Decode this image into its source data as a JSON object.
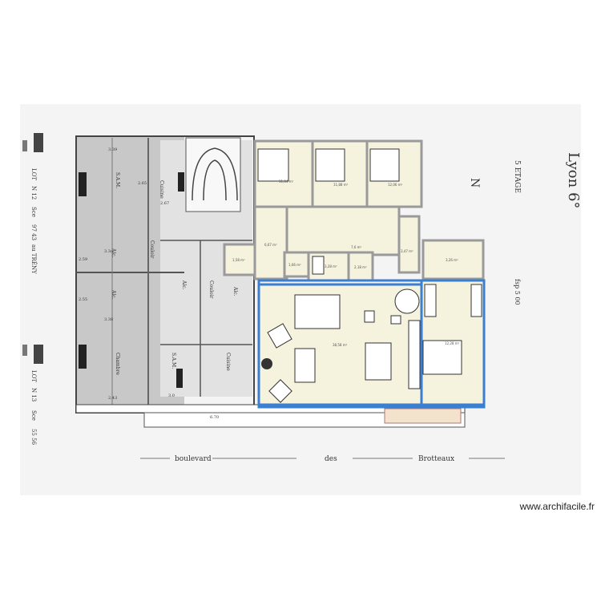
{
  "scan": {
    "city": "Lyon 6°",
    "floor": "5 ETAGE",
    "north": "N",
    "ref": "fsp 5 00",
    "street_words": [
      "boulevard",
      "des",
      "Brotteaux"
    ],
    "lot_top": [
      "LOT",
      "N 12",
      "Sce",
      "97 43",
      "au TRÉNY"
    ],
    "lot_bottom": [
      "LOT",
      "N 13",
      "Sce",
      "55 56"
    ],
    "room_names": [
      "Cuisine",
      "S.A.M.",
      "Alc.",
      "Couloir",
      "Alc.",
      "Chambre",
      "S.A.M.",
      "Cuisine",
      "Alc.",
      "Couloir",
      "Alc."
    ],
    "dims": [
      "3.39",
      "2.65",
      "3.3o",
      "2.55",
      "3.38",
      "2.43",
      "3.0",
      "6.70",
      "2.67",
      "2.59"
    ]
  },
  "areas": {
    "bed1": "11,04 m²",
    "bed2": "11,88 m²",
    "bed3": "12,06 m²",
    "corr1": "6,67 m²",
    "hall": "7,6 m²",
    "wc1": "1,66 m²",
    "bath": "3,28 m²",
    "wc2": "2,18 m²",
    "shower": "3,47 m²",
    "room_right": "3,26 m²",
    "living": "38,58 m²",
    "bed_big": "12,28 m²",
    "small_left": "1,58 m²"
  },
  "colors": {
    "plan_fill": "#f5f2dd",
    "wall": "#9a9a9a",
    "selection": "#3b7fd0",
    "scan_dark": "#8a8a8a"
  },
  "credit": "www.archifacile.fr"
}
